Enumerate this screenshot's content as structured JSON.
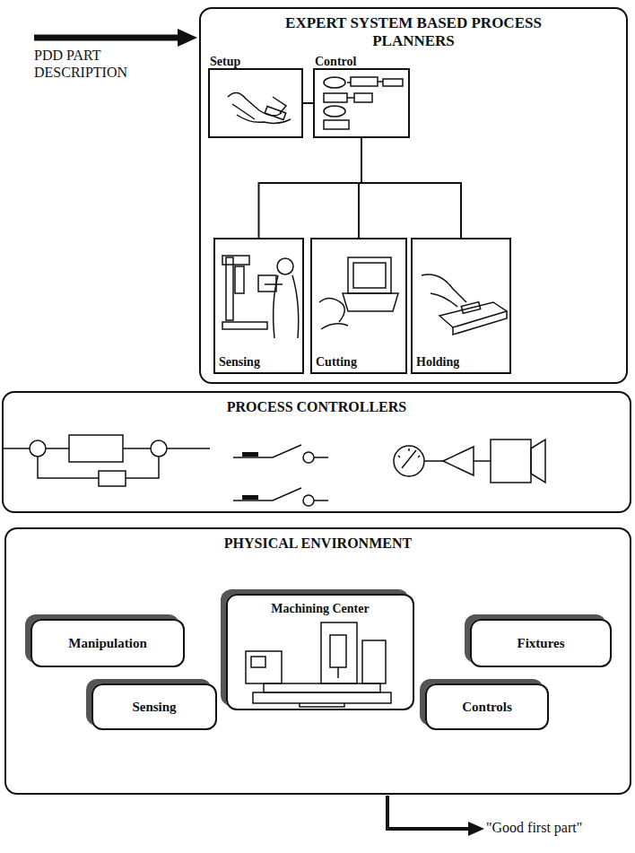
{
  "diagram": {
    "nodes": [
      {
        "text": [
          "EXPERT SYSTEM BASED PROCESS PLANNERS"
        ]
      },
      {
        "text": [
          "Setup"
        ],
        "in": 0
      },
      {
        "text": [
          "Control"
        ],
        "in": 0
      },
      {
        "text": [
          "Sensing"
        ],
        "in": 0
      },
      {
        "text": [
          "Cutting"
        ],
        "in": 0
      },
      {
        "text": [
          "Holding"
        ],
        "in": 0
      },
      {
        "text": [
          "PROCESS CONTROLLERS"
        ]
      },
      {
        "text": [
          "PHYSICAL ENVIRONMENT"
        ]
      },
      {
        "text": [
          "Machining Center"
        ],
        "in": 7
      },
      {
        "text": [
          "Manipulation"
        ],
        "in": 7
      },
      {
        "text": [
          "Fixtures"
        ],
        "in": 7
      },
      {
        "text": [
          "Sensing"
        ],
        "in": 7
      },
      {
        "text": [
          "Controls"
        ],
        "in": 7
      }
    ],
    "edges": [
      {
        "from": 1,
        "to": 2,
        "arrow": "none"
      },
      {
        "from": 2,
        "to": 3,
        "arrow": "none"
      },
      {
        "from": 2,
        "to": 4,
        "arrow": "none"
      },
      {
        "from": 2,
        "to": 5,
        "arrow": "none"
      }
    ],
    "labels": [
      "PDD PART DESCRIPTION",
      "\"Good first part\""
    ]
  }
}
